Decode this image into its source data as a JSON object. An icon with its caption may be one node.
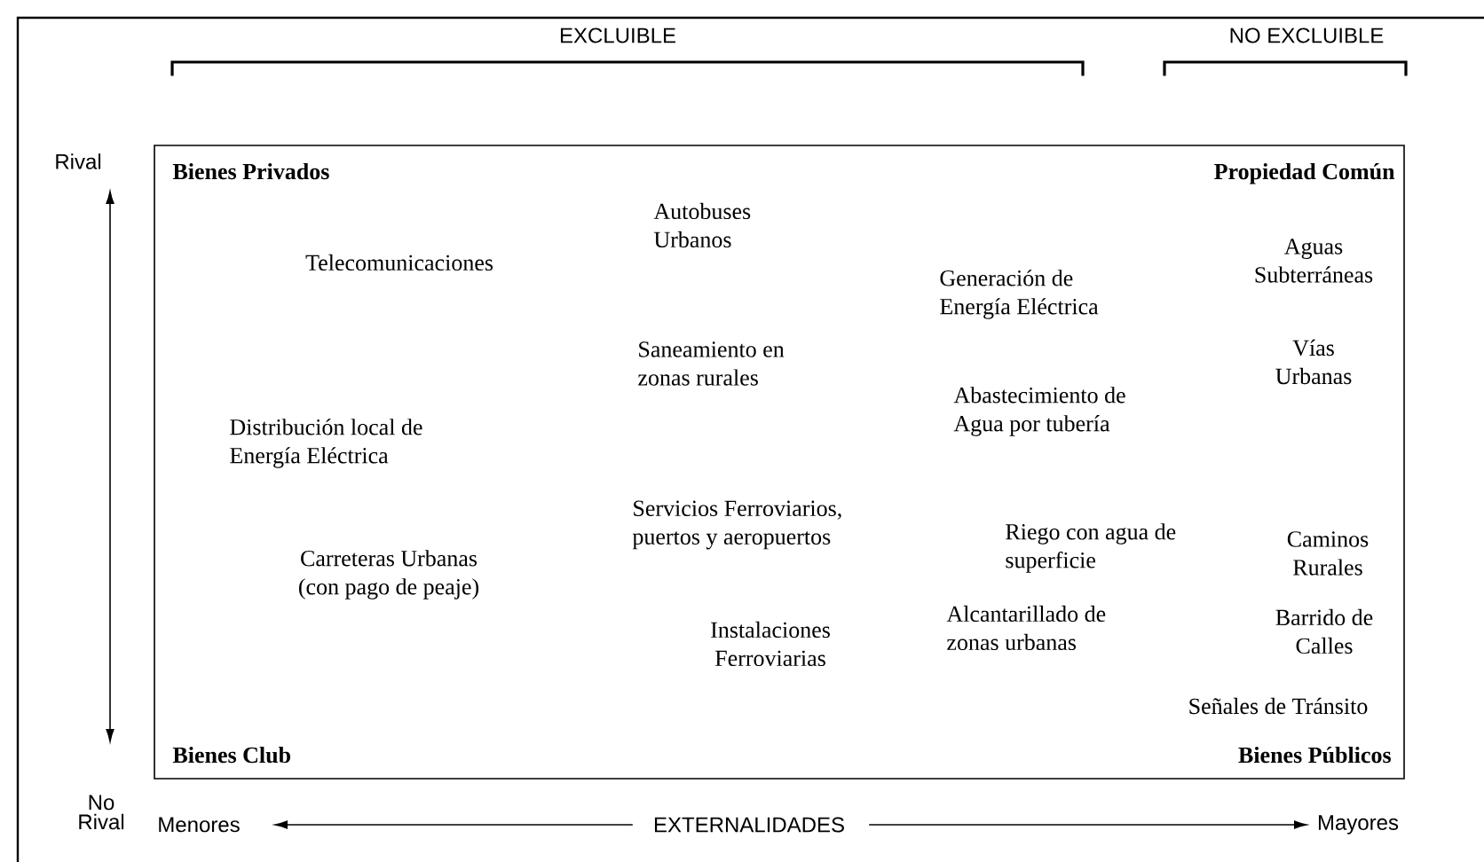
{
  "diagram": {
    "nodes": [
      {
        "text": [
          "Bienes Privados",
          "Propiedad Común",
          "Bienes Club",
          "Bienes Públicos"
        ]
      }
    ],
    "edges": [],
    "labels": [
      "EXCLUIBLE",
      "NO EXCLUIBLE",
      "Rival",
      "Autobuses Urbanos",
      "Telecomunicaciones",
      "Aguas Subterráneas",
      "Generación de Energía Eléctrica",
      "Saneamiento en zonas rurales",
      "Vías Urbanas",
      "Abastecimiento de Agua por tubería",
      "Distribución local de Energía Eléctrica",
      "Servicios Ferroviarios, puertos y aeropuertos",
      "Riego con agua de superficie",
      "Caminos Rurales",
      "Carreteras Urbanas (con pago de peaje)",
      "Instalaciones Ferroviarias",
      "Alcantarillado de zonas urbanas",
      "Barrido de Calles",
      "Señales de Tránsito",
      "No Rival",
      "Menores",
      "EXTERNALIDADES",
      "Mayores"
    ]
  }
}
